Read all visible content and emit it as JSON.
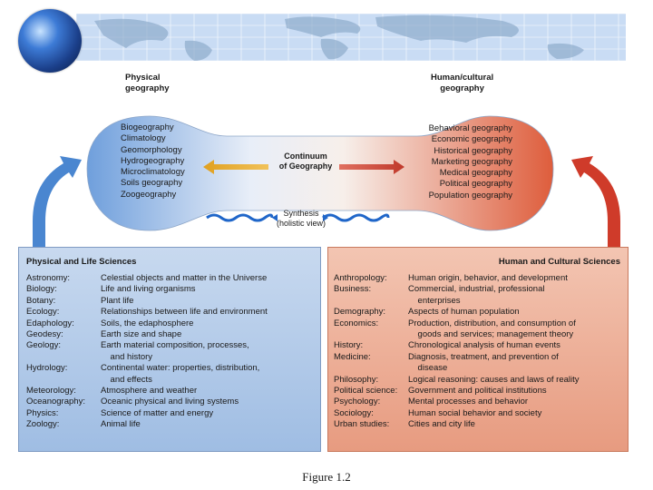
{
  "header": {
    "globe_icon": "globe-icon",
    "banner_color": "#c9dcf4"
  },
  "diagram": {
    "physical_title": [
      "Physical",
      "geography"
    ],
    "human_title": [
      "Human/cultural",
      "geography"
    ],
    "physical_items": [
      "Biogeography",
      "Climatology",
      "Geomorphology",
      "Hydrogeography",
      "Microclimatology",
      "Soils geography",
      "Zoogeography"
    ],
    "human_items": [
      "Behavioral geography",
      "Economic geography",
      "Historical geography",
      "Marketing geography",
      "Medical geography",
      "Political geography",
      "Population geography"
    ],
    "continuum_label": [
      "Continuum",
      "of Geography"
    ],
    "synthesis_label": [
      "Synthesis",
      "(holistic view)"
    ],
    "colors": {
      "physical": "#6f9fdc",
      "human": "#d8462f",
      "arrow_left": "#e0a020",
      "arrow_right": "#c0392b",
      "wave": "#1f66c9"
    }
  },
  "left_panel": {
    "title": "Physical and Life Sciences",
    "rows": [
      {
        "term": "Astronomy:",
        "desc": [
          "Celestial objects and matter in the Universe"
        ]
      },
      {
        "term": "Biology:",
        "desc": [
          "Life and living organisms"
        ]
      },
      {
        "term": "Botany:",
        "desc": [
          "Plant life"
        ]
      },
      {
        "term": "Ecology:",
        "desc": [
          "Relationships between life and environment"
        ]
      },
      {
        "term": "Edaphology:",
        "desc": [
          "Soils, the edaphosphere"
        ]
      },
      {
        "term": "Geodesy:",
        "desc": [
          "Earth size and shape"
        ]
      },
      {
        "term": "Geology:",
        "desc": [
          "Earth material composition, processes,",
          "    and history"
        ]
      },
      {
        "term": "Hydrology:",
        "desc": [
          "Continental water: properties, distribution,",
          "    and effects"
        ]
      },
      {
        "term": "Meteorology:",
        "desc": [
          "Atmosphere and weather"
        ]
      },
      {
        "term": "Oceanography:",
        "desc": [
          "Oceanic physical and living systems"
        ]
      },
      {
        "term": "Physics:",
        "desc": [
          "Science of matter and energy"
        ]
      },
      {
        "term": "Zoology:",
        "desc": [
          "Animal life"
        ]
      }
    ]
  },
  "right_panel": {
    "title": "Human and Cultural Sciences",
    "rows": [
      {
        "term": "Anthropology:",
        "desc": [
          "Human origin, behavior, and development"
        ]
      },
      {
        "term": "Business:",
        "desc": [
          "Commercial, industrial, professional",
          "    enterprises"
        ]
      },
      {
        "term": "Demography:",
        "desc": [
          "Aspects of human population"
        ]
      },
      {
        "term": "Economics:",
        "desc": [
          "Production, distribution, and consumption of",
          "    goods and services; management theory"
        ]
      },
      {
        "term": "History:",
        "desc": [
          "Chronological analysis of human events"
        ]
      },
      {
        "term": "Medicine:",
        "desc": [
          "Diagnosis, treatment, and prevention of",
          "    disease"
        ]
      },
      {
        "term": "Philosophy:",
        "desc": [
          "Logical reasoning: causes and laws of reality"
        ]
      },
      {
        "term": "Political science:",
        "desc": [
          "Government and political institutions"
        ]
      },
      {
        "term": "Psychology:",
        "desc": [
          "Mental processes and behavior"
        ]
      },
      {
        "term": "Sociology:",
        "desc": [
          "Human social behavior and society"
        ]
      },
      {
        "term": "Urban studies:",
        "desc": [
          "Cities and city life"
        ]
      }
    ]
  },
  "caption": "Figure 1.2"
}
